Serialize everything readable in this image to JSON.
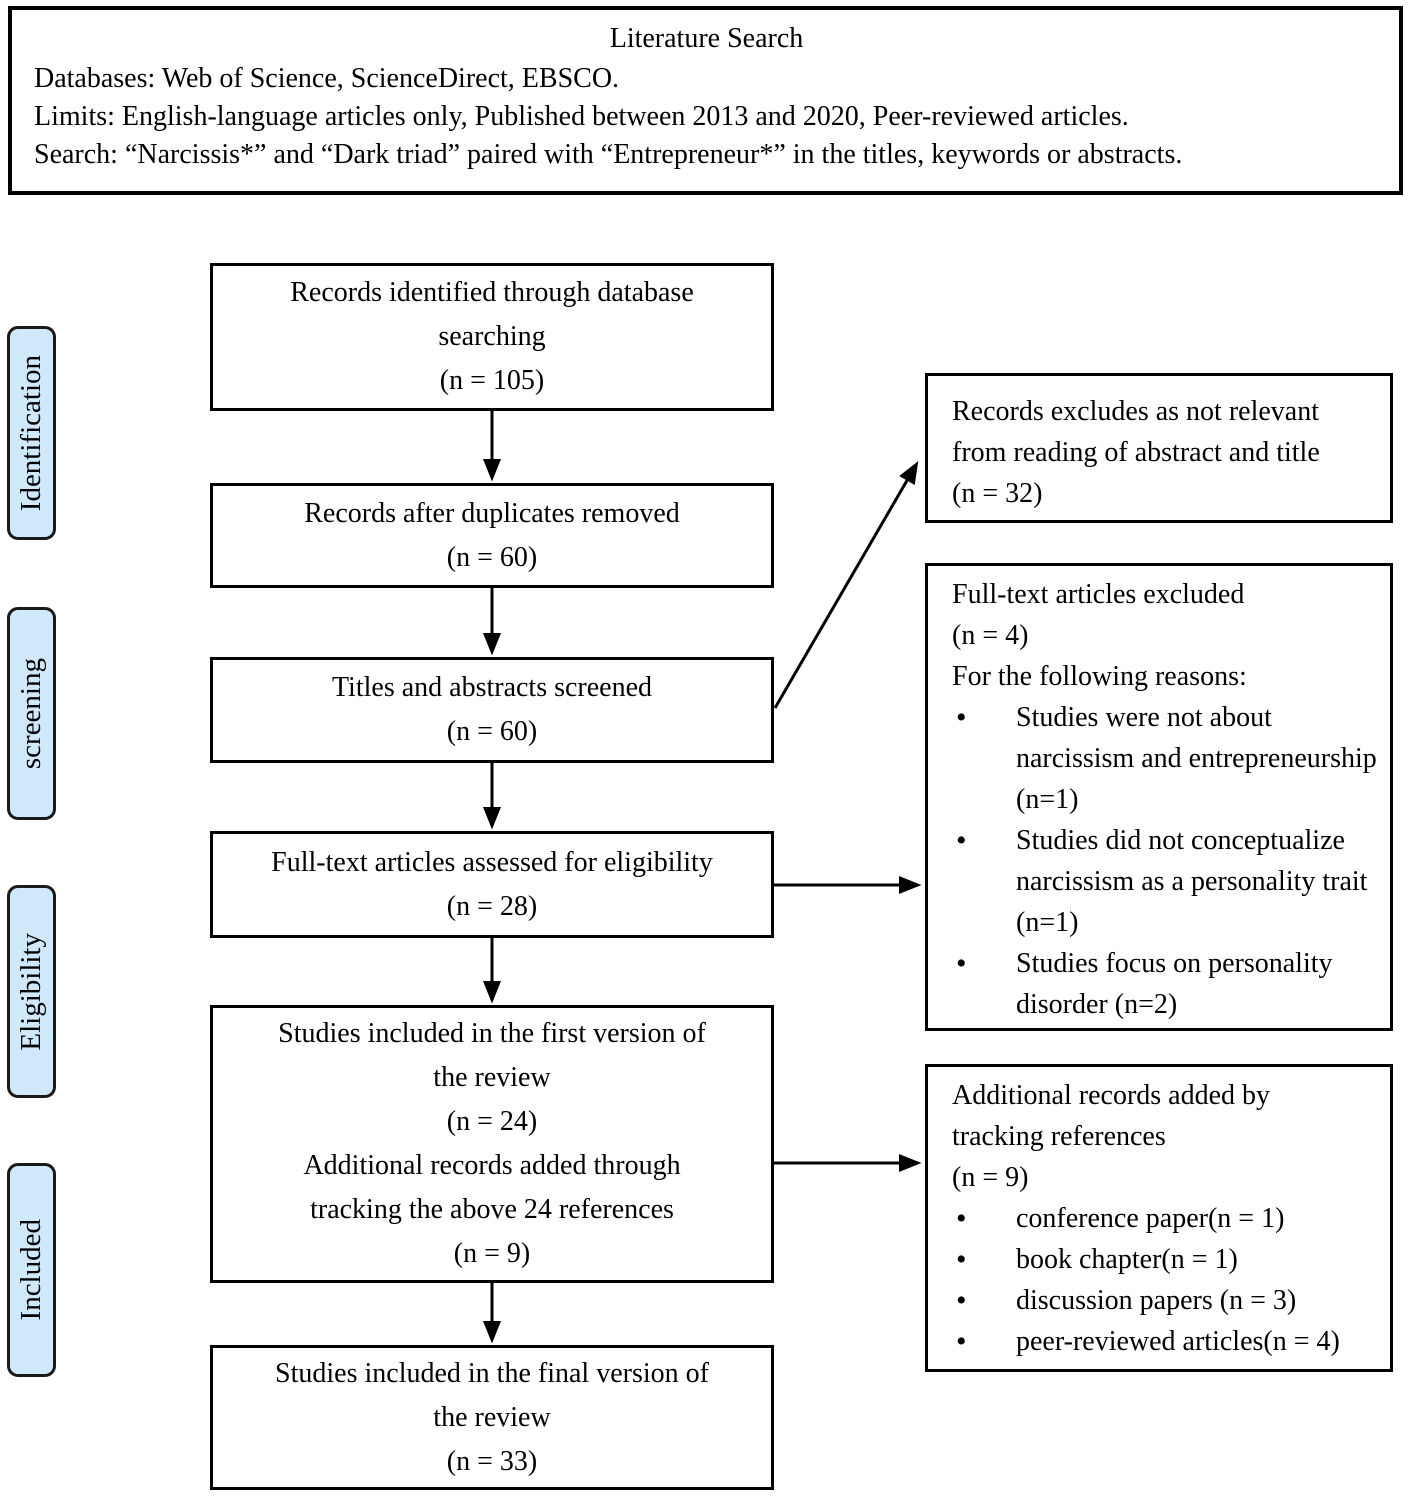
{
  "header": {
    "title": "Literature Search",
    "lines": [
      "Databases: Web of Science, ScienceDirect, EBSCO.",
      "Limits: English-language articles only, Published between 2013 and 2020, Peer-reviewed articles.",
      "Search: “Narcissis*” and “Dark triad” paired with “Entrepreneur*” in the titles, keywords or abstracts."
    ]
  },
  "stages": [
    {
      "label": "Identification"
    },
    {
      "label": "screening"
    },
    {
      "label": "Eligibility"
    },
    {
      "label": "Included"
    }
  ],
  "flow_boxes": [
    {
      "text": "Records identified through database\nsearching\n(n = 105)"
    },
    {
      "text": "Records after duplicates removed\n(n = 60)"
    },
    {
      "text": "Titles and abstracts screened\n(n = 60)"
    },
    {
      "text": "Full-text articles assessed for eligibility\n(n = 28)"
    },
    {
      "text": "Studies included in the first version of\nthe review\n(n = 24)\nAdditional  records added through\ntracking the above 24 references\n(n = 9)"
    },
    {
      "text": "Studies included in the final version of\nthe review\n(n = 33)"
    }
  ],
  "exclusion_boxes": [
    {
      "text": "Records excludes as not relevant\nfrom reading of abstract and title\n(n = 32)",
      "bullets": []
    },
    {
      "text": "Full-text articles excluded\n(n = 4)\nFor the following reasons:",
      "bullets": [
        "Studies were not about narcissism and entrepreneurship (n=1)",
        "Studies did not conceptualize narcissism as a personality trait  (n=1)",
        "Studies focus on personality disorder (n=2)"
      ]
    },
    {
      "text": "Additional  records added by\ntracking references\n(n = 9)",
      "bullets": [
        "conference paper(n = 1)",
        "book chapter(n = 1)",
        "discussion papers (n = 3)",
        "peer-reviewed articles(n = 4)"
      ]
    }
  ],
  "colors": {
    "stage_fill": "#cfe9fb",
    "box_border": "#000000",
    "arrow": "#000000",
    "background": "#ffffff"
  }
}
